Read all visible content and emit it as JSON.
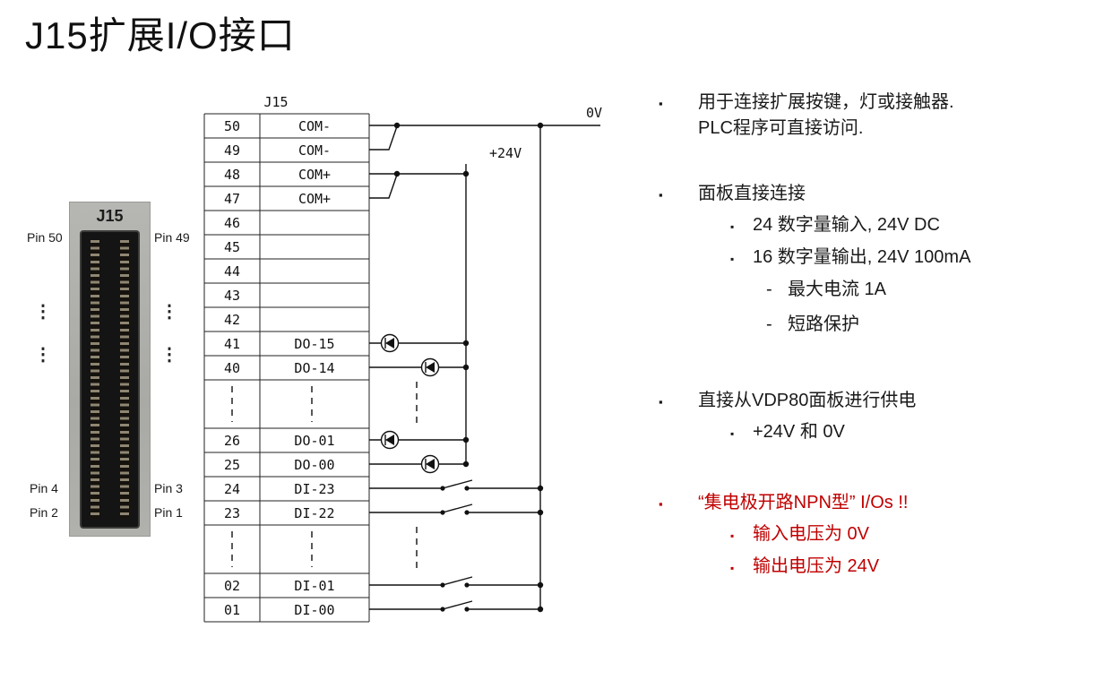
{
  "title": "J15扩展I/O接口",
  "colors": {
    "red": "#c00000",
    "text": "#1a1a1a"
  },
  "connector_photo": {
    "label": "J15",
    "pin_top_left": "Pin 50",
    "pin_top_right": "Pin 49",
    "pin_bottom_left_upper": "Pin 4",
    "pin_bottom_left_lower": "Pin 2",
    "pin_bottom_right_upper": "Pin 3",
    "pin_bottom_right_lower": "Pin 1",
    "ellipsis": "⋮"
  },
  "diagram": {
    "header": "J15",
    "labels": {
      "zero_v": "0V",
      "plus_24v": "+24V"
    },
    "rows": [
      {
        "pin": "50",
        "signal": "COM-"
      },
      {
        "pin": "49",
        "signal": "COM-"
      },
      {
        "pin": "48",
        "signal": "COM+"
      },
      {
        "pin": "47",
        "signal": "COM+"
      },
      {
        "pin": "46",
        "signal": ""
      },
      {
        "pin": "45",
        "signal": ""
      },
      {
        "pin": "44",
        "signal": ""
      },
      {
        "pin": "43",
        "signal": ""
      },
      {
        "pin": "42",
        "signal": ""
      },
      {
        "pin": "41",
        "signal": "DO-15"
      },
      {
        "pin": "40",
        "signal": "DO-14"
      },
      {
        "pin": "26",
        "signal": "DO-01"
      },
      {
        "pin": "25",
        "signal": "DO-00"
      },
      {
        "pin": "24",
        "signal": "DI-23"
      },
      {
        "pin": "23",
        "signal": "DI-22"
      },
      {
        "pin": "02",
        "signal": "DI-01"
      },
      {
        "pin": "01",
        "signal": "DI-00"
      }
    ]
  },
  "notes": {
    "bullet": "▪",
    "dash": "-",
    "b1_line1": "用于连接扩展按键，灯或接触器.",
    "b1_line2": "PLC程序可直接访问.",
    "b2": "面板直接连接",
    "b2_s1": "24 数字量输入, 24V DC",
    "b2_s2": "16 数字量输出, 24V 100mA",
    "b2_s2_d1": "最大电流 1A",
    "b2_s2_d2": "短路保护",
    "b3": "直接从VDP80面板进行供电",
    "b3_s1": "+24V 和 0V",
    "b4": "“集电极开路NPN型” I/Os !!",
    "b4_s1": "输入电压为 0V",
    "b4_s2": "输出电压为 24V"
  }
}
